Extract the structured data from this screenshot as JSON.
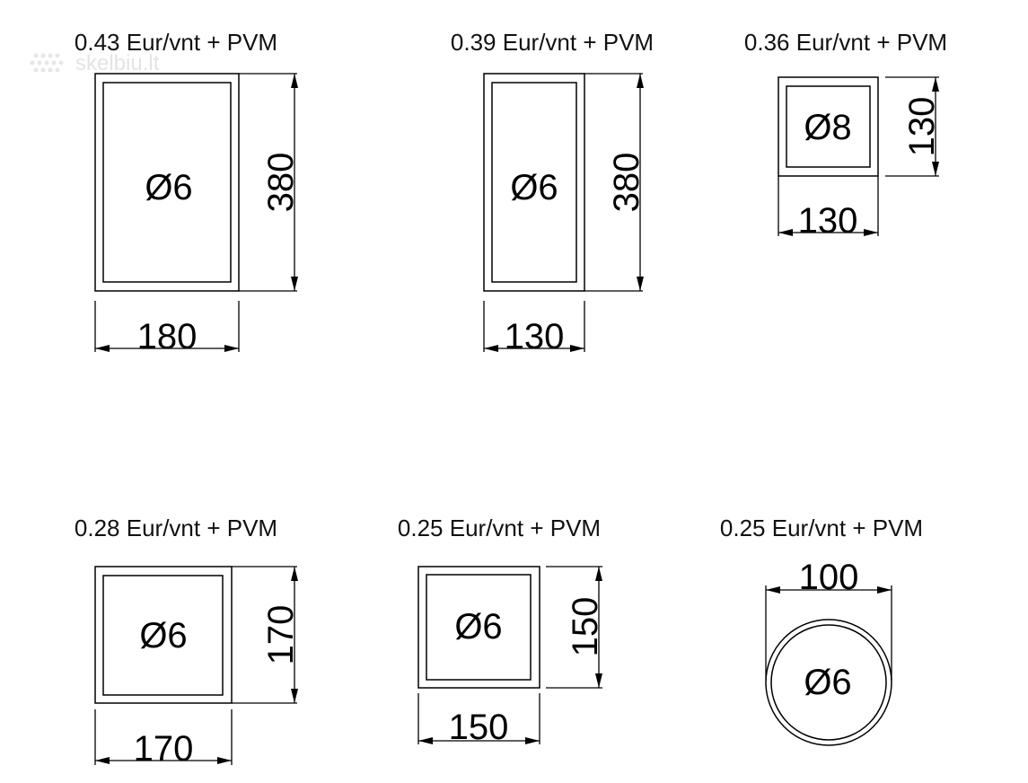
{
  "watermark": "skelbiu.lt",
  "items": [
    {
      "id": "rect-180x380",
      "price": "0.43 Eur/vnt + PVM",
      "diameter": "Ø6",
      "width": "180",
      "height": "380"
    },
    {
      "id": "rect-130x380",
      "price": "0.39 Eur/vnt + PVM",
      "diameter": "Ø6",
      "width": "130",
      "height": "380"
    },
    {
      "id": "square-130",
      "price": "0.36 Eur/vnt + PVM",
      "diameter": "Ø8",
      "width": "130",
      "height": "130"
    },
    {
      "id": "square-170",
      "price": "0.28 Eur/vnt + PVM",
      "diameter": "Ø6",
      "width": "170",
      "height": "170"
    },
    {
      "id": "square-150",
      "price": "0.25 Eur/vnt + PVM",
      "diameter": "Ø6",
      "width": "150",
      "height": "150"
    },
    {
      "id": "circle-100",
      "price": "0.25 Eur/vnt + PVM",
      "diameter": "Ø6",
      "width": "100"
    }
  ]
}
